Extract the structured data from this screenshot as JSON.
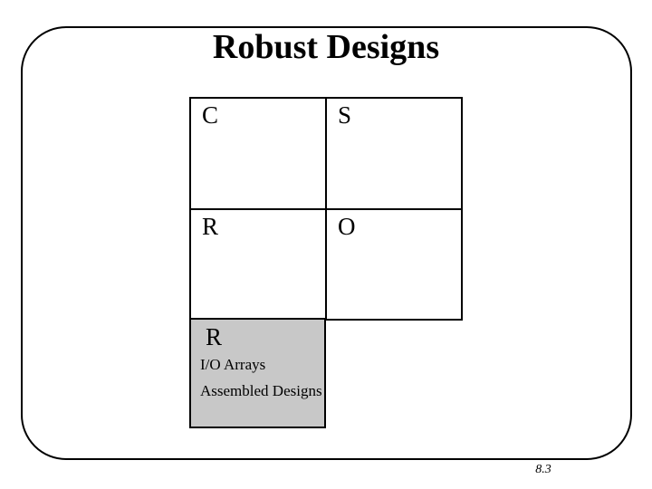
{
  "slide": {
    "title": "Robust Designs",
    "page_number": "8.3",
    "colors": {
      "background": "#ffffff",
      "frame_border": "#000000",
      "text": "#000000",
      "highlight_fill": "#c8c8c8"
    }
  },
  "matrix": {
    "cells": [
      {
        "label": "C"
      },
      {
        "label": "S"
      },
      {
        "label": "R"
      },
      {
        "label": "O"
      }
    ]
  },
  "highlight_box": {
    "label": "R",
    "lines": [
      "I/O Arrays",
      "Assembled Designs"
    ]
  }
}
